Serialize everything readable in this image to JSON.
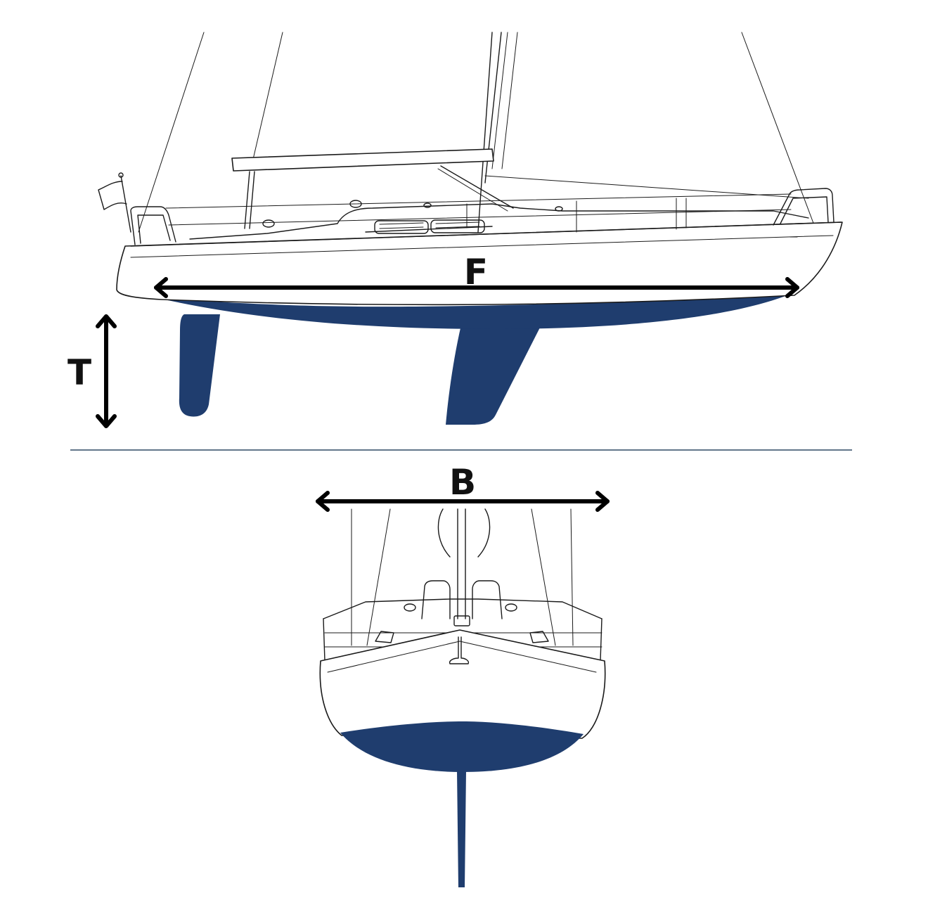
{
  "labels": {
    "length": "F",
    "draft": "T",
    "beam": "B"
  },
  "colors": {
    "antifouling": "#1f3d6e",
    "line": "#1a1a1a",
    "arrow": "#000000",
    "separator": "#2e4a63"
  }
}
